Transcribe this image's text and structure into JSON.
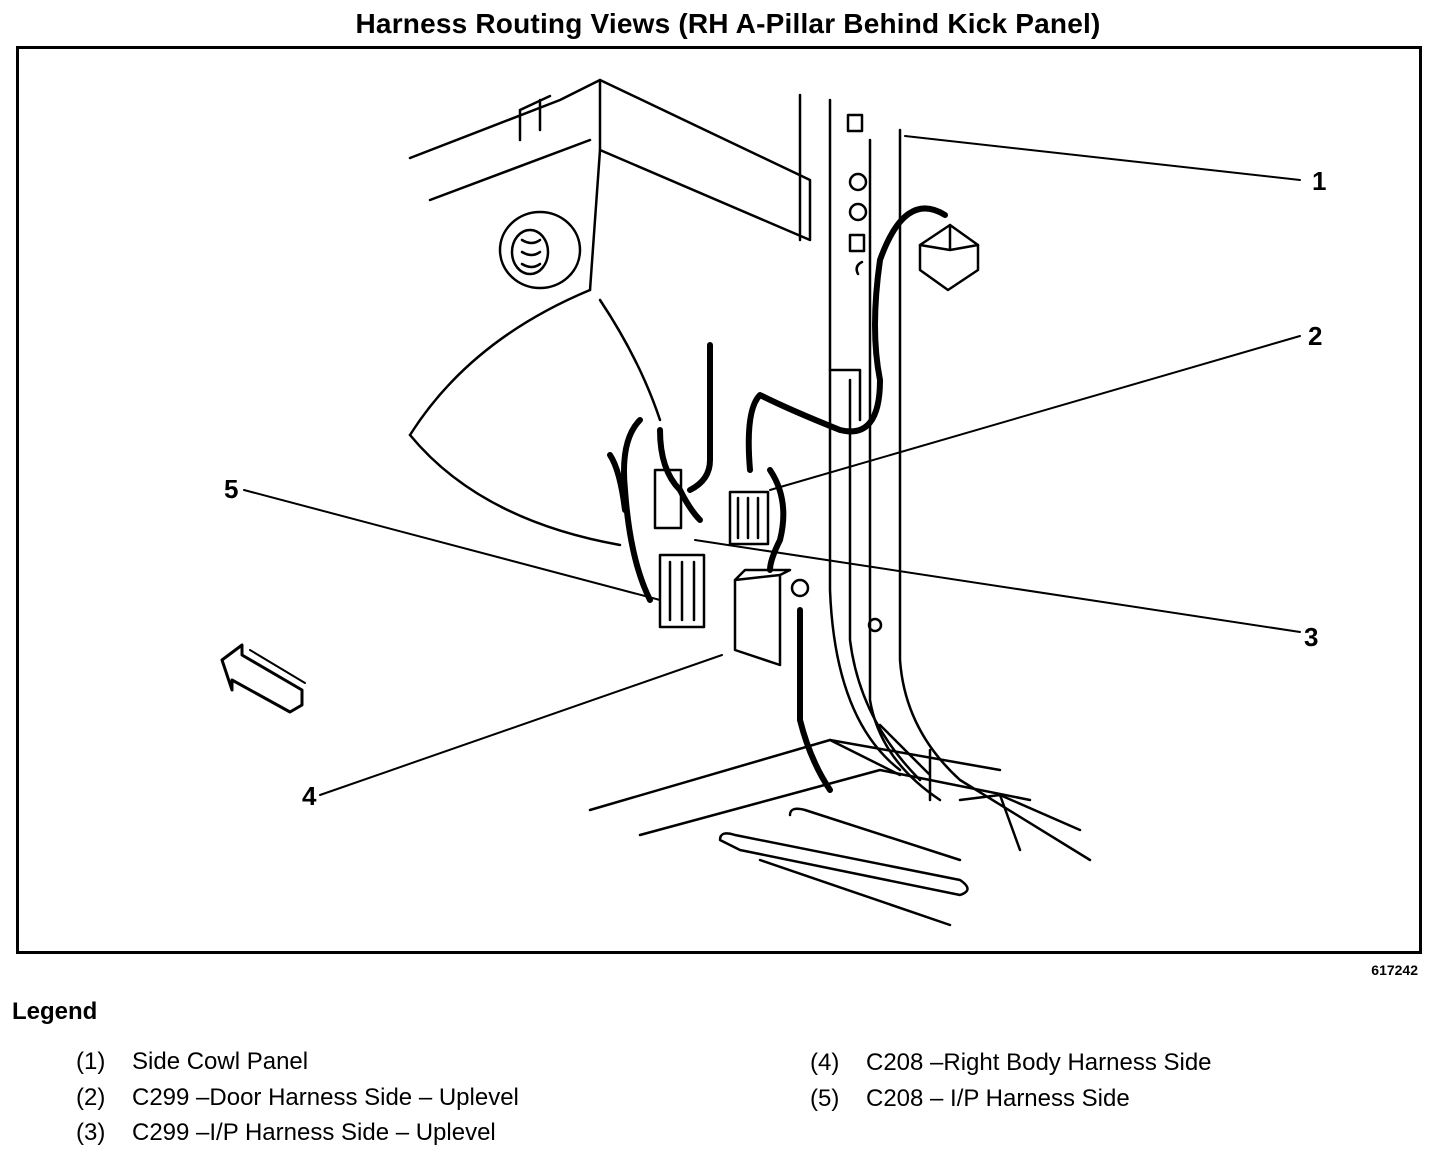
{
  "title": "Harness Routing Views (RH A-Pillar Behind Kick Panel)",
  "figure_id": "617242",
  "callouts": [
    "1",
    "2",
    "3",
    "4",
    "5"
  ],
  "legend": {
    "heading": "Legend",
    "items": [
      {
        "num": "(1)",
        "text": "Side Cowl Panel"
      },
      {
        "num": "(2)",
        "text": "C299 –Door Harness Side – Uplevel"
      },
      {
        "num": "(3)",
        "text": "C299 –I/P Harness Side – Uplevel"
      },
      {
        "num": "(4)",
        "text": "C208 –Right Body Harness Side"
      },
      {
        "num": "(5)",
        "text": "C208 – I/P Harness Side"
      }
    ]
  }
}
